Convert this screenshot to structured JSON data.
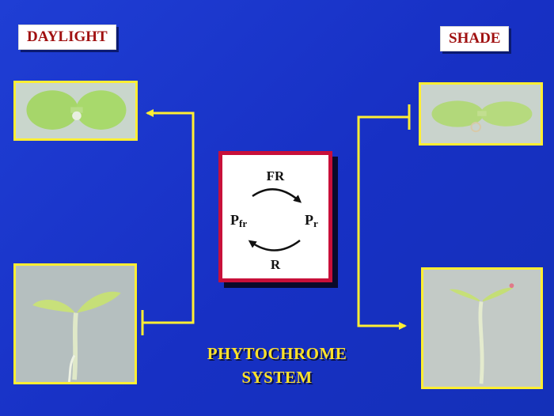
{
  "labels": {
    "daylight": "DAYLIGHT",
    "shade": "SHADE"
  },
  "cycle": {
    "top": "FR",
    "bottom": "R",
    "left_main": "P",
    "left_sub": "fr",
    "right_main": "P",
    "right_sub": "r"
  },
  "title": {
    "line1": "PHYTOCHROME",
    "line2": "SYSTEM"
  },
  "colors": {
    "background": "#1a34c8",
    "arrow": "#ffee33",
    "label_text": "#a01010",
    "card_border": "#c8103a",
    "title_text": "#ffe22a"
  }
}
